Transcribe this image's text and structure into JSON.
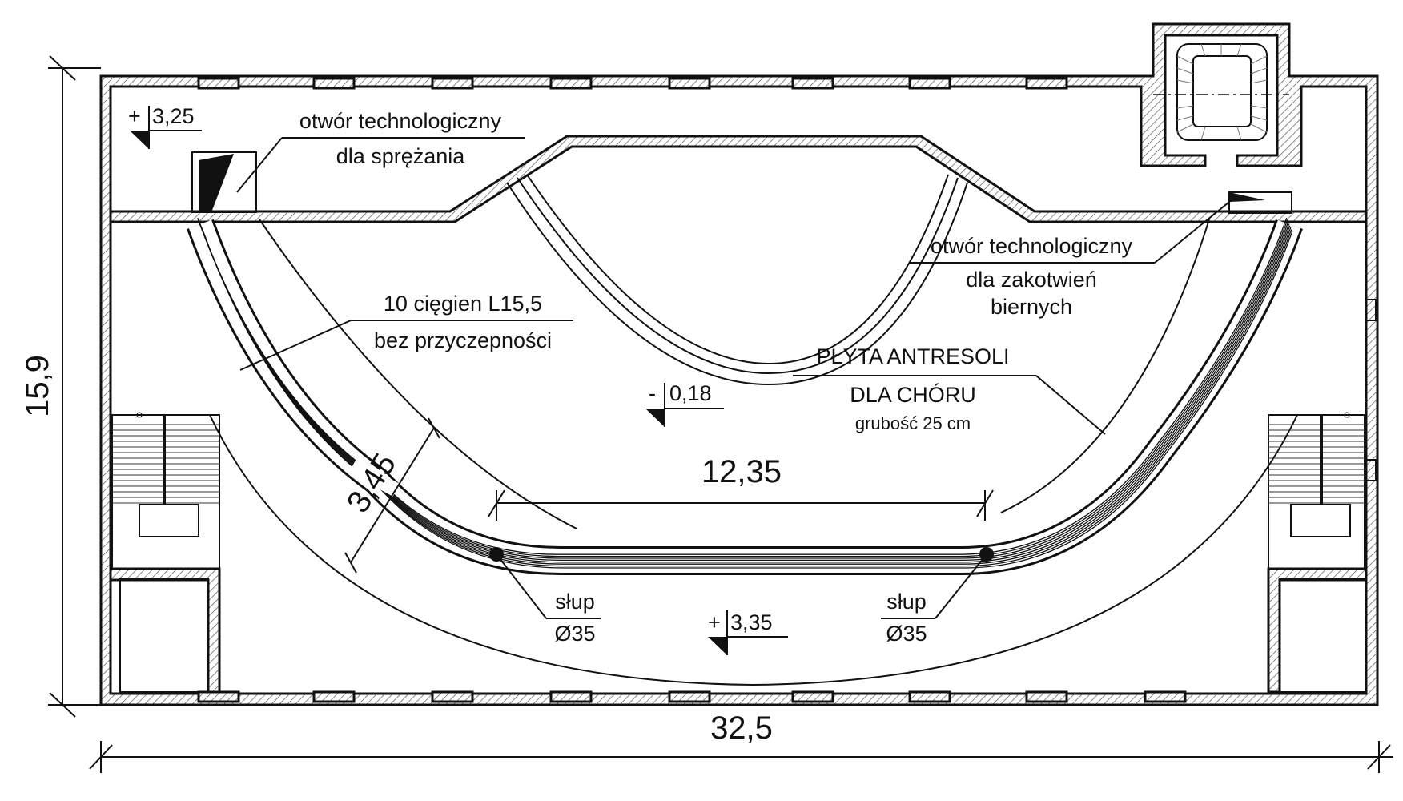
{
  "dimensions": {
    "height": "15,9",
    "width": "32,5",
    "ring_width": "3,45",
    "inner_span": "12,35"
  },
  "levels": {
    "top_left": {
      "sign": "+",
      "value": "3,25"
    },
    "center": {
      "sign": "-",
      "value": "0,18"
    },
    "bottom": {
      "sign": "+",
      "value": "3,35"
    }
  },
  "labels": {
    "opening_prestress": [
      "otwór technologiczny",
      "dla sprężania"
    ],
    "opening_anchor": [
      "otwór technologiczny",
      "dla zakotwień",
      "biernych"
    ],
    "tendons": [
      "10 cięgien L15,5",
      "bez przyczepności"
    ],
    "slab": [
      "PŁYTA ANTRESOLI",
      "DLA CHÓRU",
      "grubość 25 cm"
    ],
    "column_left": [
      "słup",
      "Ø35"
    ],
    "column_right": [
      "słup",
      "Ø35"
    ]
  }
}
